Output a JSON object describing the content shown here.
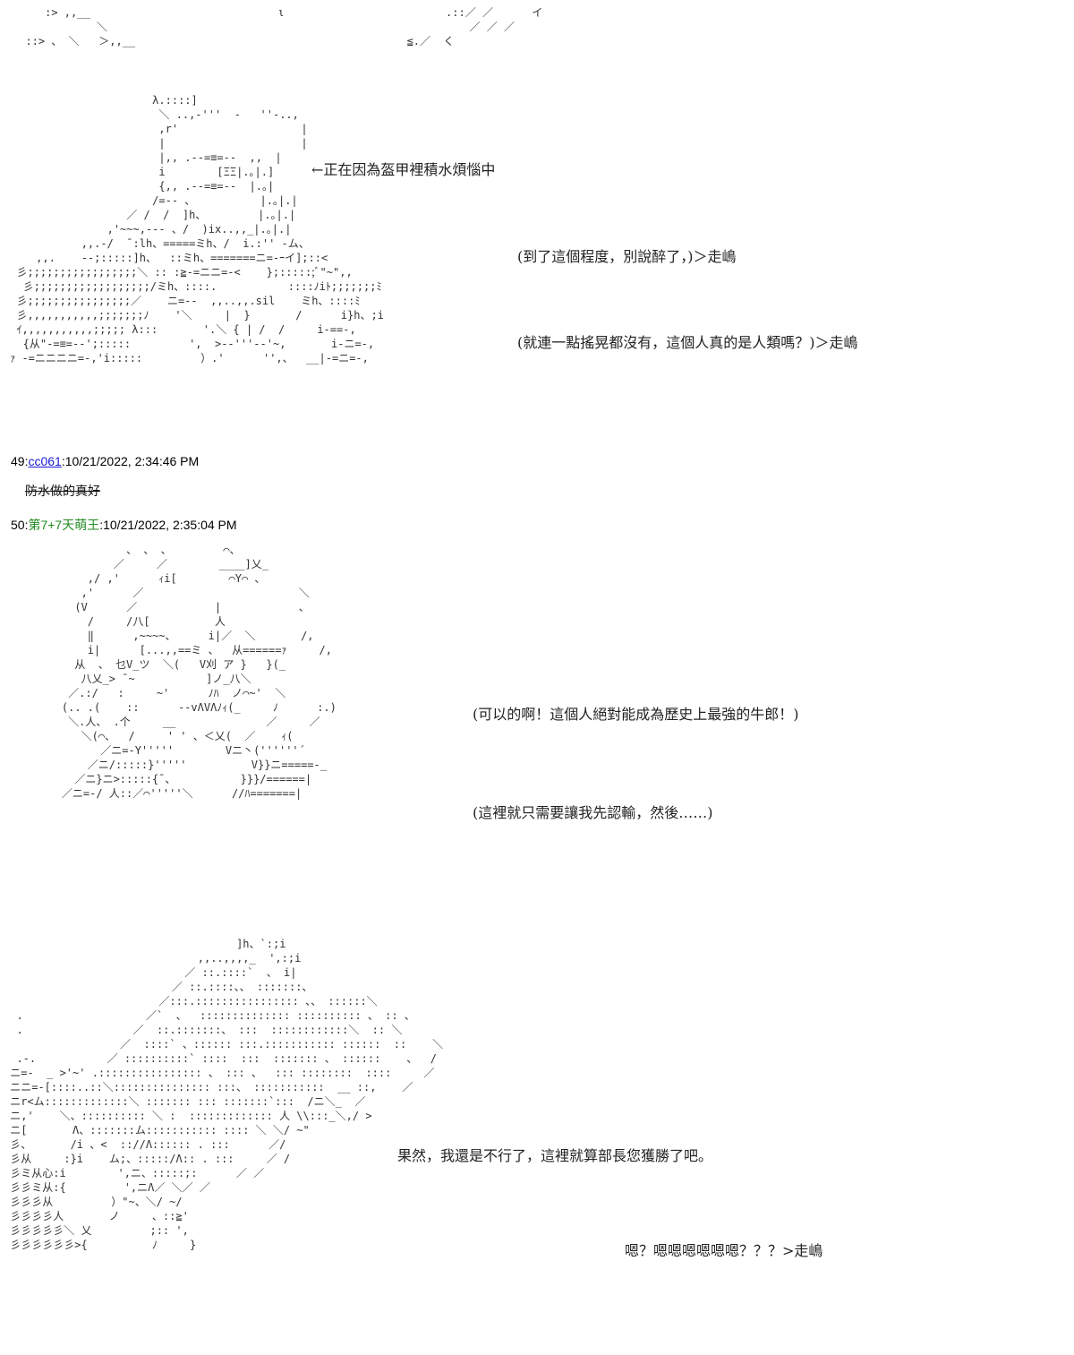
{
  "art": {
    "top_scene": "     :> ,,__                             ι                         .::／ ／      イ\n             ＼                                                        ／ ／ ／\n  ::> 、 ＼   ＞,,__                                          ≦.／  く",
    "armor": "                       λ.::::]\n                        ＼ ..,-'''  -   ''-..,\n                        ,r'                   |\n                        |                     |\n                        |,, .--=≡=--  ,,  |\n                        i        [ΞΞ|.｡|.]\n                        {,, .--=≡=--  |.｡|\n                       /=-- 、          |.｡|.|\n                   ／ /  /  ]h、        |.｡|.|\n                ,'~~~,--- 、/  )ix..,,_|.｡|.|\n            ,,.-/  ¯:lh、=====ミh、/  i.:'' -ム、\n     ,,.    --;:::::]h、  ::ミh、=======ニ=-ｰイ];::< \n  彡;;;;;;;;;;;;;;;;;＼ :: :≧-=ニニ=-<    };:::::;ﾞ\"~\",,\n   彡;;;;;;;;;;;;;;;;;;/ミh、::::.           ::::ﾉiﾄ;;;;;;;ﾐ\n  彡;;;;;;;;;;;;;;;;／    ニ=--  ,,..,,.sil    ミh、::::ﾐ\n  彡,,,,,,,,,,,;;;;;;;ﾉ    '＼     |  }       /      i}h、;i\n  ｲ,,,,,,,,,,,;;;;; λ:::       '.＼ { | /  /     i-==-,\n   {从\"-=≡=--';:::::         ',  >--'''--'~,       i-ニ=-,\n ｧ -=ニニニニ=-,'i:::::         ）.'      '',、  __|-=ニ=-,",
    "character": "              、 、 、        ⌒、\n            ／     ／        ____]乂_\n        ,/ ,'      ｨi[        ⌒Υ⌒ 、\n       ,'      ／                        ＼\n      (V      ／            |            、\n        /     /八[          人\n        ‖      ,~~~~、     i|／  ＼       /,\n        i|      [...,,==ミ 、  从======ｧ     /,\n      从  、 乜V_ツ  ＼(   V刈 ア }   }(_\n       八乂_> ¯~           ]ノ_八＼\n     ／.:/   :     ~'      ﾉﾊ  ノ⌒~'  ＼\n    (.. .(    ::      --vΛVΛﾉｨ(_     ﾉ      :.)\n     ＼.人、 .个     __              ／     ／\n       ＼(⌒、  /     ' ' 、＜乂(  ／    ｨ(\n          ／ニ=-Y'''''        Vニ丶(''''''´\n        ／ニ/:::::}'''''          V}}ニ=====-_\n      ／ニ}ニ>:::::{¯、          }}}/======|\n    ／ニ=-/ 人::／⌒'''''＼      //ﾊ=======|",
    "cat": "                                    ]h、`:;i\n                              ,,..,,,,_  ',:;i\n                            ／ ::.::::`  、 i|\n                          ／ ::.::::、、 :::::::、\n                        ／:::.:::::::::::::::: 、、 ::::::＼\n  .                   ／`  、  :::::::::::::: :::::::::: 、 :: 、\n  .                 ／  ::.:::::::、 :::  ::::::::::::＼  :: ＼\n                  ／  ::::` 、:::::: :::.::::::::::: ::::::  ::    ＼\n  .-.           ／ ::::::::::` ::::  :::  ::::::: 、 ::::::    、  /\n ニ=-  _ >'~' .:::::::::::::::: 、 ::: 、  ::: ::::::::  ::::     ／\n ニニ=-[::::..::＼::::::::::::::: :::、 :::::::::::  __ ::,    ／\n ニr<ム:::::::::::::＼ ::::::: ::: :::::::`:::  /ニ＼_  ／\n ニ,'    ＼、:::::::::: ＼ :  ::::::::::::: 人 \\\\:::_＼,/ >\n ニ[       Λ、:::::::ム::::::::::: :::: ＼ ＼/ ~\"\n 彡、      /i 、<  :://Λ:::::: . :::      ／/\n 彡从     :}i    ム;、:::::/Λ:: . :::     ／ /\n 彡ミ从心:i        ',ニ、:::::;:      ／ ／\n 彡彡ミ从:{         ',ニΛ／ ＼／ ／\n 彡彡彡从         ）\"~、＼/ ~/\n 彡彡彡彡人       ノ     、::≧'\n 彡彡彡彡彡＼ 乂         ;:: ',\n 彡彡彡彡彡彡>{          ﾉ     }"
  },
  "notes": {
    "armor_arrow": "←正在因為盔甲裡積水煩惱中",
    "line1": "(到了這個程度，別說醉了，)＞走嶋",
    "line2": "(就連一點搖晃都沒有，這個人真的是人類嗎？)＞走嶋",
    "line3": "(可以的啊！這個人絕對能成為歷史上最強的牛郎！)",
    "line4": "(這裡就只需要讓我先認輸，然後……)",
    "line5": "果然，我還是不行了，這裡就算部長您獲勝了吧。",
    "line6": "嗯？嗯嗯嗯嗯嗯嗯？？？>走嶋"
  },
  "posts": [
    {
      "number": "49",
      "name": "cc061",
      "timestamp": "10/21/2022, 2:34:46 PM",
      "body": "防水做的真好"
    },
    {
      "number": "50",
      "name": "第7+7天萌王",
      "timestamp": "10/21/2022, 2:35:04 PM"
    }
  ],
  "colors": {
    "link": "#1a1ad6",
    "name_green": "#1f8a1f",
    "text": "#222222"
  }
}
